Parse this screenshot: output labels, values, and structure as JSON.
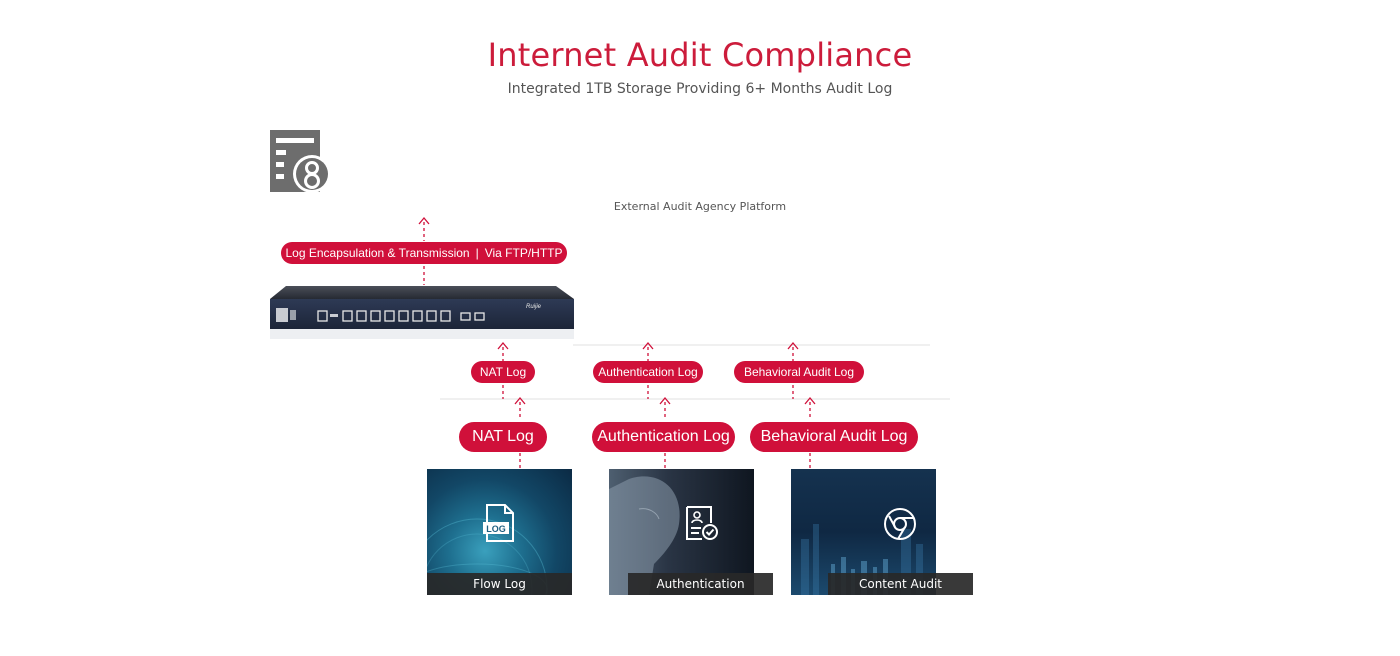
{
  "header": {
    "title": "Internet Audit Compliance",
    "subtitle": "Integrated 1TB Storage Providing 6+ Months Audit Log"
  },
  "platform": {
    "label": "External Audit Agency Platform",
    "icon": "server-user-icon"
  },
  "transmission": {
    "left_text": "Log Encapsulation & Transmission",
    "separator": "|",
    "right_text": "Via FTP/HTTP"
  },
  "device": {
    "brand": "Ruijie",
    "icon": "gateway-device-icon"
  },
  "upper_logs": [
    {
      "label": "NAT Log"
    },
    {
      "label": "Authentication Log"
    },
    {
      "label": "Behavioral Audit Log"
    }
  ],
  "lower_logs": [
    {
      "label": "NAT Log"
    },
    {
      "label": "Authentication Log"
    },
    {
      "label": "Behavioral Audit Log"
    }
  ],
  "cards": [
    {
      "caption": "Flow Log",
      "icon": "log-file-icon"
    },
    {
      "caption": "Authentication",
      "icon": "id-card-check-icon"
    },
    {
      "caption": "Content Audit",
      "icon": "browser-icon"
    }
  ],
  "colors": {
    "accent": "#cc1c3b",
    "pill": "#d0103a",
    "caption_bg": "#282828",
    "icon_gray": "#6d6d6d"
  }
}
